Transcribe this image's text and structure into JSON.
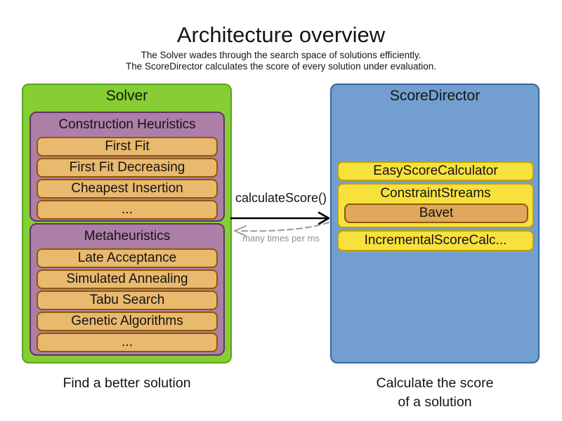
{
  "header": {
    "title": "Architecture overview",
    "subtitle1": "The Solver wades through the search space of solutions efficiently.",
    "subtitle2": "The ScoreDirector calculates the score of every solution under evaluation."
  },
  "solver": {
    "title": "Solver",
    "caption": "Find a better solution",
    "construction": {
      "label": "Construction Heuristics",
      "items": [
        "First Fit",
        "First Fit Decreasing",
        "Cheapest Insertion",
        "..."
      ]
    },
    "metaheuristics": {
      "label": "Metaheuristics",
      "items": [
        "Late Acceptance",
        "Simulated Annealing",
        "Tabu Search",
        "Genetic Algorithms",
        "..."
      ]
    }
  },
  "score_director": {
    "title": "ScoreDirector",
    "caption_line1": "Calculate the score",
    "caption_line2": "of a solution",
    "easy_calculator": "EasyScoreCalculator",
    "constraint_streams": "ConstraintStreams",
    "bavet": "Bavet",
    "incremental_calculator": "IncrementalScoreCalc..."
  },
  "arrows": {
    "call_label": "calculateScore()",
    "frequency_label": "many times per ms"
  },
  "colors": {
    "solver_fill": "#86CE34",
    "solver_border": "#55A41E",
    "heuristic_group_fill": "#AD7FA8",
    "heuristic_group_border": "#5C3566",
    "heuristic_item_fill": "#E9B96E",
    "heuristic_item_border": "#8F5902",
    "director_fill": "#729FCF",
    "director_border": "#3465A4",
    "calculator_fill": "#F7E13D",
    "calculator_border": "#C4A000",
    "bavet_fill": "#E0A85C",
    "solid_arrow": "#000000",
    "dashed_arrow": "#999999"
  }
}
